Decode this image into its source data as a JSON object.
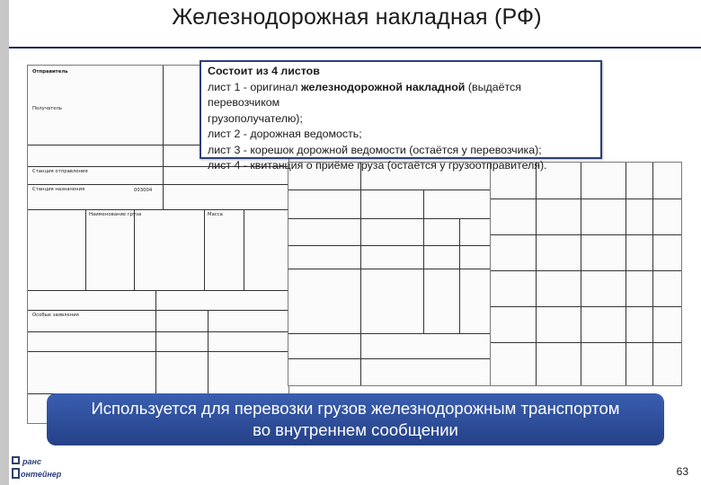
{
  "slide": {
    "title": "Железнодорожная накладная (РФ)",
    "page_number": "63"
  },
  "callout": {
    "header": "Состоит из 4 листов",
    "line1_prefix": "лист 1 - оригинал ",
    "line1_bold": "железнодорожной накладной",
    "line1_suffix": " (выдаётся перевозчиком",
    "line1_cont": "грузополучателю);",
    "line2": "лист 2 - дорожная ведомость;",
    "line3": "лист 3 - корешок дорожной ведомости (остаётся у перевозчика);",
    "line4": "лист 4 - квитанция о приёме груза (остаётся у грузоотправителя)."
  },
  "footer": {
    "line1": "Используется для перевозки грузов железнодорожным транспортом",
    "line2": "во внутреннем сообщении"
  },
  "logo": {
    "line1": "ранс",
    "line2": "онтейнер",
    "brand_color": "#2c3f78"
  },
  "form_fragments": {
    "sender": "Отправитель",
    "recipient": "Получатель",
    "station_from": "Станция отправления",
    "station_to": "Станция назначения",
    "cargo": "Наименование груза",
    "weight": "Масса",
    "code": "003004",
    "note": "Особые заявления"
  },
  "colors": {
    "accent": "#2c3f78",
    "footer_bg": "#2c4a96",
    "sidebar": "#c7c7c7"
  }
}
